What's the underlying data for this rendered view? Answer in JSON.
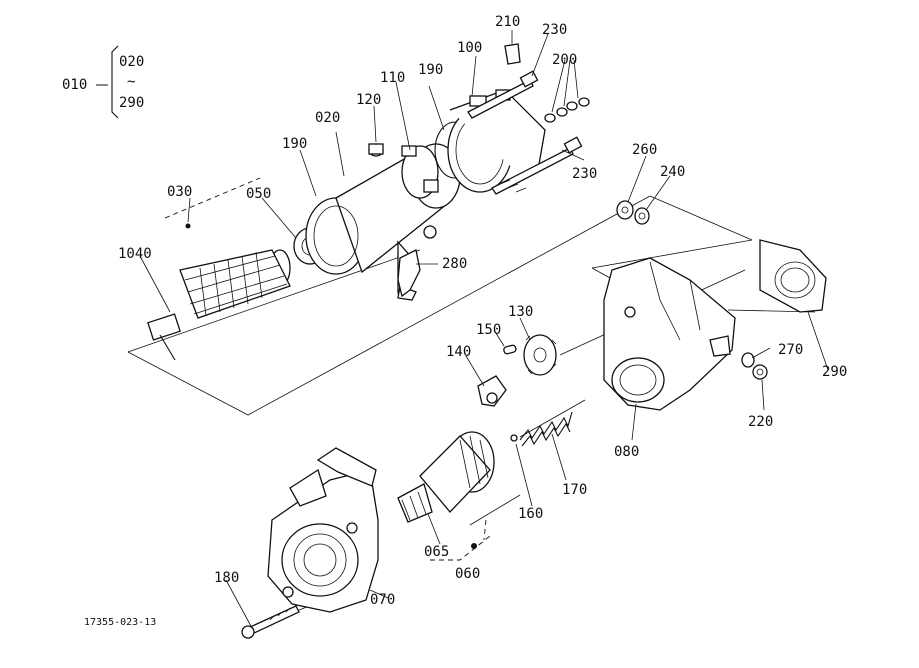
{
  "drawing": {
    "code": "17355-023-13",
    "assembly": {
      "group": "010",
      "range_start": "020",
      "range_sep": "~",
      "range_end": "290"
    }
  },
  "callouts": {
    "p210": "210",
    "p230a": "230",
    "p100": "100",
    "p200": "200",
    "p190a": "190",
    "p110": "110",
    "p120": "120",
    "p020": "020",
    "p190b": "190",
    "p230b": "230",
    "p260": "260",
    "p240": "240",
    "p030": "030",
    "p050": "050",
    "p1040": "1040",
    "p280": "280",
    "p130": "130",
    "p150": "150",
    "p140": "140",
    "p270": "270",
    "p290": "290",
    "p220": "220",
    "p080": "080",
    "p170": "170",
    "p160": "160",
    "p065": "065",
    "p060": "060",
    "p180": "180",
    "p070": "070"
  }
}
